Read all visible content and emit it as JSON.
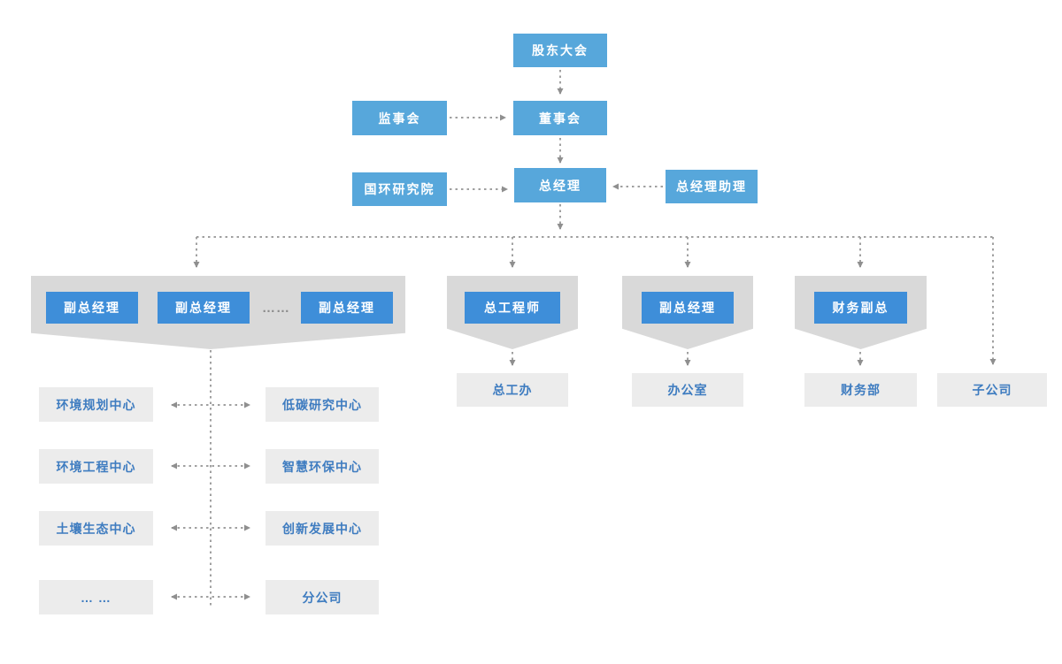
{
  "colors": {
    "top_blue": "#57a7db",
    "branch_blue": "#3e8ed9",
    "banner_gray": "#d9d9d9",
    "dept_box_gray": "#ececec",
    "dept_text_blue": "#3e7cc0",
    "connector_gray": "#9f9f9f"
  },
  "nodes": {
    "shareholders_meeting": "股东大会",
    "supervisory_board": "监事会",
    "board_of_directors": "董事会",
    "research_institute": "国环研究院",
    "general_manager": "总经理",
    "gm_assistant": "总经理助理"
  },
  "vp_group": {
    "heads": [
      "副总经理",
      "副总经理",
      "副总经理"
    ],
    "ellipsis": "……",
    "left_departments": [
      "环境规划中心",
      "环境工程中心",
      "土壤生态中心",
      "… …"
    ],
    "right_departments": [
      "低碳研究中心",
      "智慧环保中心",
      "创新发展中心",
      "分公司"
    ]
  },
  "engineer_group": {
    "head": "总工程师",
    "department": "总工办"
  },
  "admin_group": {
    "head": "副总经理",
    "department": "办公室"
  },
  "finance_group": {
    "head": "财务副总",
    "department": "财务部"
  },
  "subsidiary": "子公司"
}
